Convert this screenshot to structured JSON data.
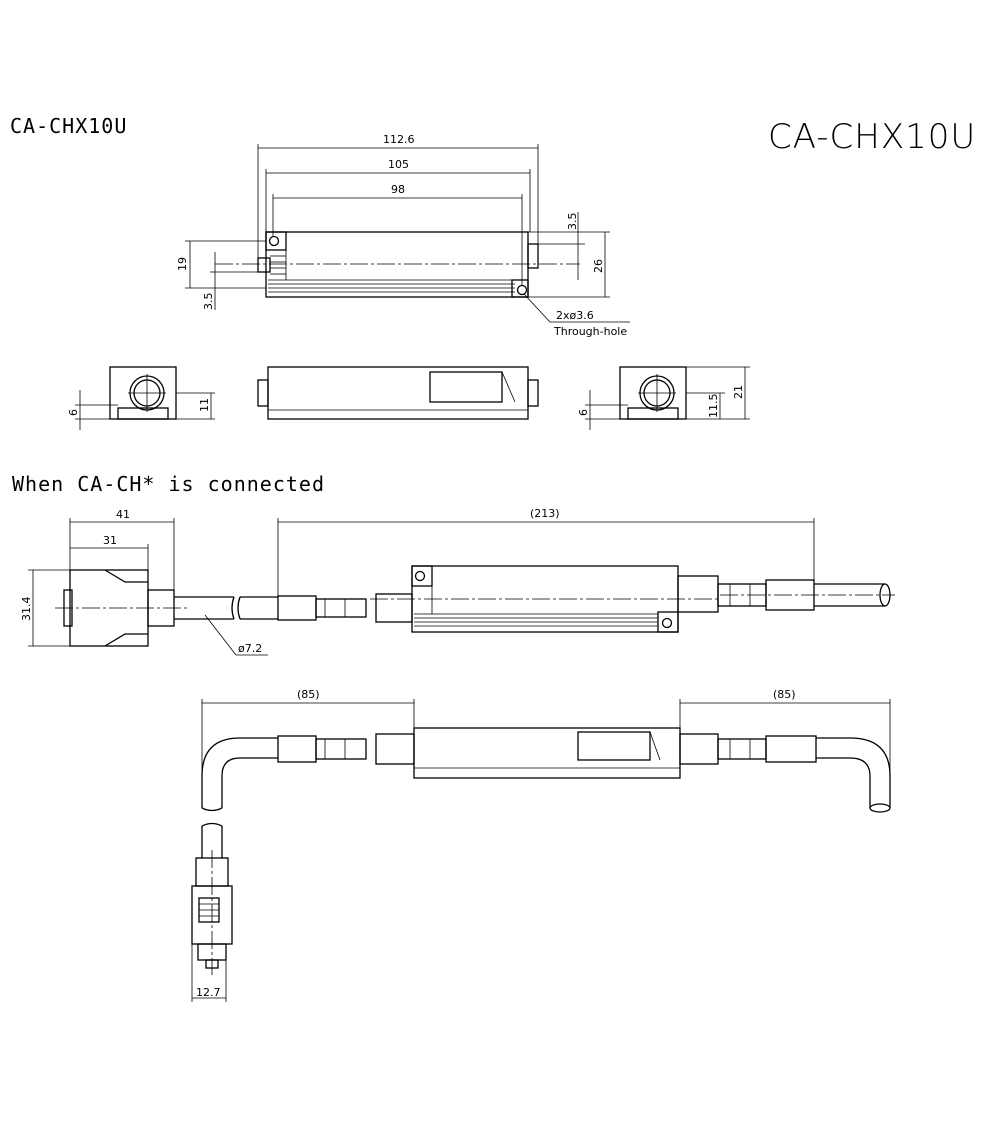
{
  "title_left": "CA-CHX10U",
  "title_right": "CA-CHX10U",
  "section_heading": "When CA-CH* is connected",
  "dims": {
    "d112": "112.6",
    "d105": "105",
    "d98": "98",
    "d3_5_top": "3.5",
    "d19": "19",
    "d26": "26",
    "d3_5_left": "3.5",
    "hole": "2xø3.6",
    "through_hole": "Through-hole",
    "d6_left": "6",
    "d11": "11",
    "d6_right": "6",
    "d11_5": "11.5",
    "d21": "21",
    "d41": "41",
    "d31": "31",
    "d213": "(213)",
    "d31_4": "31.4",
    "d7_2": "ø7.2",
    "d85_left": "(85)",
    "d85_right": "(85)",
    "d12_7": "12.7"
  }
}
